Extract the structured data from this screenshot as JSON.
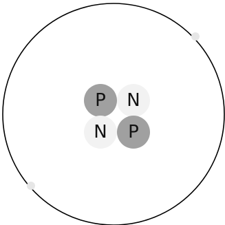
{
  "atom": {
    "colors": {
      "orbit": "#000000",
      "proton": "#a0a0a0",
      "neutron": "#f2f2f2",
      "electron": "#e6e6e6",
      "label": "#111111",
      "background": "#ffffff"
    },
    "nucleus": [
      {
        "kind": "proton",
        "label": "P"
      },
      {
        "kind": "neutron",
        "label": "N"
      },
      {
        "kind": "neutron",
        "label": "N"
      },
      {
        "kind": "proton",
        "label": "P"
      }
    ]
  }
}
